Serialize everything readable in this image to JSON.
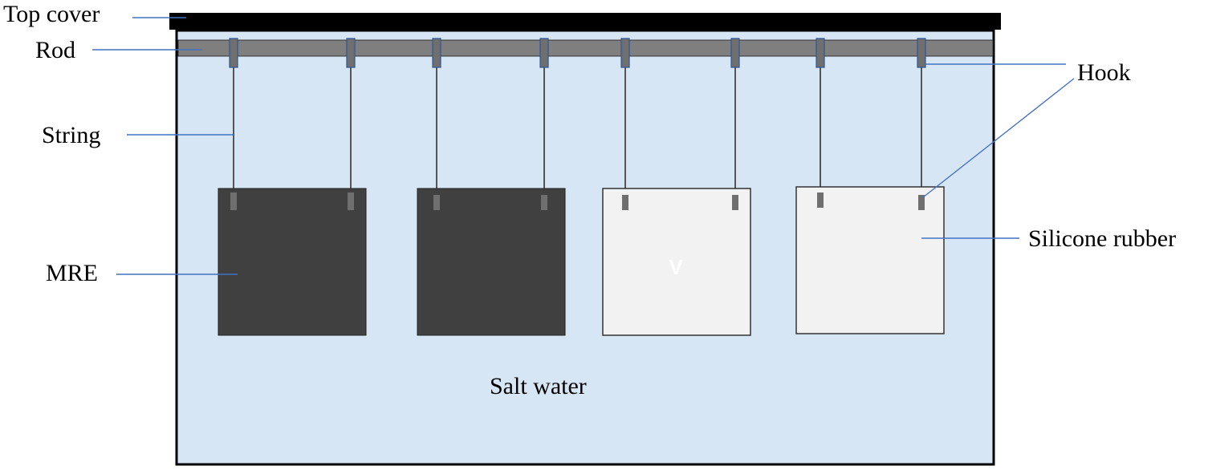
{
  "labels": {
    "top_cover": "Top cover",
    "rod": "Rod",
    "string": "String",
    "mre": "MRE",
    "hook": "Hook",
    "silicone_rubber": "Silicone rubber",
    "salt_water": "Salt water",
    "sample_mark": "V"
  },
  "colors": {
    "water": "#d7e6f5",
    "top_cover": "#000000",
    "rod": "#7f7f7f",
    "mre_sample": "#404040",
    "silicone_sample": "#f2f2f2",
    "hook": "#6f6f6f",
    "leader_line": "#4472c4"
  },
  "samples": [
    {
      "material": "MRE"
    },
    {
      "material": "MRE"
    },
    {
      "material": "Silicone rubber"
    },
    {
      "material": "Silicone rubber"
    }
  ]
}
